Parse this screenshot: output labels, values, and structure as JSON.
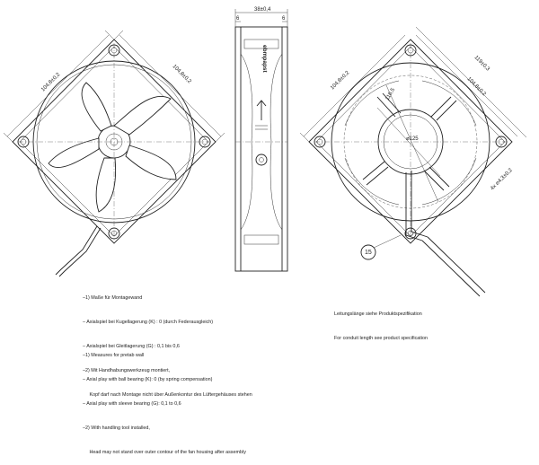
{
  "dimensions": {
    "left_diag_a": "104,8±0,2",
    "left_diag_b": "104,8±0,2",
    "side_width": "38±0,4",
    "side_flange_left": "6",
    "side_flange_right": "6",
    "right_diag_a": "104,8±0,2",
    "right_diag_b": "104,8±0,2",
    "right_outer": "119±0,3",
    "right_inner_dia": "116,5",
    "right_bore": "⌀125",
    "right_hole": "4x ⌀4,3±0,2"
  },
  "brand_label": "ebmpapst",
  "callout": "15",
  "notes_de": [
    "–1) Maße für Montagewand",
    "– Axialspiel bei Kugellagerung (K) : 0 (durch Federausgleich)",
    "– Axialspiel bei Gleitlagerung (G) : 0,1 bis 0,6",
    "–2) Mit Handhabungswerkzeug montiert,",
    "     Kopf darf nach Montage nicht über Außenkontur des Lüftergehäuses stehen"
  ],
  "notes_en": [
    "–1) Measures for pretab wall",
    "– Axial play with ball bearing (K): 0 (by spring compensation)",
    "– Axial play with sleeve bearing (G): 0,1 to 0,6",
    "–2) With handling tool installed,",
    "     Head may not stand over outer contour of the fan housing after assembly"
  ],
  "conduit_de": "Leitungslänge siehe Produktspezifikation",
  "conduit_en": "For conduit length see product specification"
}
